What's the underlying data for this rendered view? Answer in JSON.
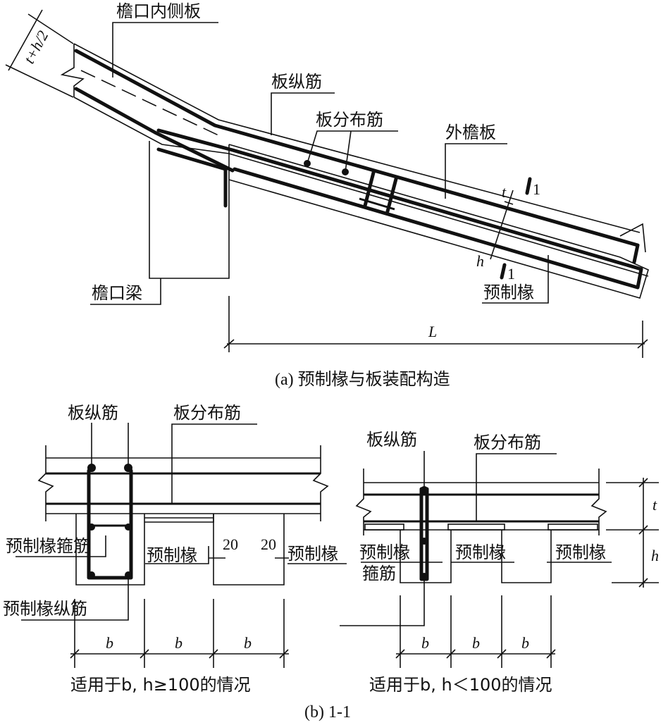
{
  "diagram_a": {
    "labels": {
      "eave_inner_board": "檐口内侧板",
      "slab_long_bar": "板纵筋",
      "slab_dist_bar": "板分布筋",
      "outer_eave_slab": "外檐板",
      "eave_beam": "檐口梁",
      "precast_rafter": "预制椽"
    },
    "dims": {
      "t_plus_h_half": "t+h/2",
      "t": "t",
      "h": "h",
      "L": "L"
    },
    "section_mark": "1",
    "caption": "(a) 预制椽与板装配构造"
  },
  "diagram_b": {
    "left": {
      "slab_long_bar": "板纵筋",
      "slab_dist_bar": "板分布筋",
      "rafter_stirrup": "预制椽箍筋",
      "rafter": "预制椽",
      "rafter_long_bar": "预制椽纵筋",
      "gap1": "20",
      "gap2": "20",
      "rafter2": "预制椽",
      "b1": "b",
      "b2": "b",
      "b3": "b",
      "condition": "适用于b, h≥100的情况"
    },
    "right": {
      "slab_long_bar": "板纵筋",
      "slab_dist_bar": "板分布筋",
      "rafter_label_1": "预制椽",
      "stirrup_label": "箍筋",
      "rafter_label_2": "预制椽",
      "rafter_label_3": "预制椽",
      "dim_t": "t",
      "dim_h": "h",
      "b1": "b",
      "b2": "b",
      "b3": "b",
      "condition": "适用于b, h＜100的情况"
    },
    "caption": "(b) 1-1"
  }
}
